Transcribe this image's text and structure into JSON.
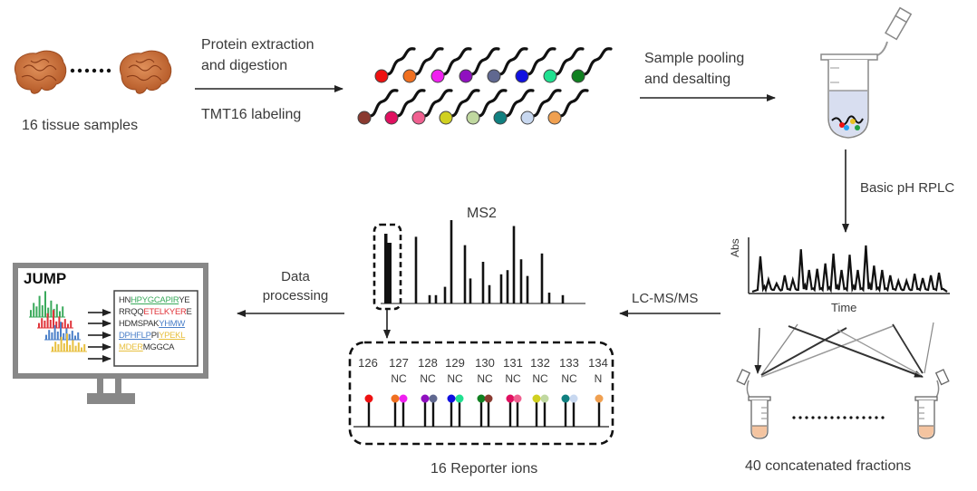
{
  "steps": {
    "tissue": {
      "label": "16 tissue samples",
      "dots": "......"
    },
    "extraction": {
      "label_line1": "Protein extraction",
      "label_line2": "and digestion",
      "label_below": "TMT16 labeling"
    },
    "pooling": {
      "label_line1": "Sample pooling",
      "label_line2": "and desalting"
    },
    "rplc": {
      "label": "Basic pH RPLC"
    },
    "chromatogram": {
      "y_label": "Abs",
      "x_label": "Time"
    },
    "fractions": {
      "label": "40 concatenated fractions"
    },
    "lcms": {
      "label": "LC-MS/MS"
    },
    "ms2": {
      "title": "MS2"
    },
    "reporter": {
      "label": "16 Reporter ions",
      "channels": [
        {
          "mass": "126",
          "sub": ""
        },
        {
          "mass": "127",
          "sub": "NC"
        },
        {
          "mass": "128",
          "sub": "NC"
        },
        {
          "mass": "129",
          "sub": "NC"
        },
        {
          "mass": "130",
          "sub": "NC"
        },
        {
          "mass": "131",
          "sub": "NC"
        },
        {
          "mass": "132",
          "sub": "NC"
        },
        {
          "mass": "133",
          "sub": "NC"
        },
        {
          "mass": "134",
          "sub": "N"
        }
      ]
    },
    "processing": {
      "label_line1": "Data",
      "label_line2": "processing"
    },
    "jump": {
      "title": "JUMP",
      "sequences": [
        [
          {
            "t": "HN",
            "c": "#333333"
          },
          {
            "t": "HPYGCAPIR",
            "c": "#3aaa5c",
            "u": true
          },
          {
            "t": "YE",
            "c": "#333333"
          }
        ],
        [
          {
            "t": "RRQQ",
            "c": "#333333"
          },
          {
            "t": "ETELKYER",
            "c": "#e0343a"
          },
          {
            "t": "E",
            "c": "#333333"
          }
        ],
        [
          {
            "t": "HDMSPAK",
            "c": "#333333"
          },
          {
            "t": "YHMW",
            "c": "#4a7fc8",
            "u": true
          }
        ],
        [
          {
            "t": "DPHFLP",
            "c": "#4a7fc8",
            "u": true
          },
          {
            "t": "PI",
            "c": "#333333"
          },
          {
            "t": "YPEKL",
            "c": "#e8c040",
            "u": true
          }
        ],
        [
          {
            "t": "MDER",
            "c": "#e8c040",
            "u": true
          },
          {
            "t": "MGGCA",
            "c": "#333333"
          }
        ]
      ]
    }
  },
  "tmt_tag_colors": {
    "row1": [
      "#ee1111",
      "#f07020",
      "#f020f0",
      "#9010c0",
      "#606890",
      "#1010e0",
      "#20e090",
      "#108020"
    ],
    "row2": [
      "#8a3a30",
      "#e01060",
      "#f06090",
      "#d0d020",
      "#c0d8a0",
      "#108080",
      "#c8d8f0",
      "#f0a050"
    ]
  },
  "reporter_ion_colors": [
    "#ee1111",
    "#f07020",
    "#f020f0",
    "#9010c0",
    "#606890",
    "#1010e0",
    "#20e090",
    "#108020",
    "#8a3a30",
    "#e01060",
    "#f06090",
    "#d0d020",
    "#c0d8a0",
    "#108080",
    "#c8d8f0",
    "#f0a050"
  ],
  "ms2_peaks": [
    0.8,
    0.1,
    0.1,
    0.2,
    1.0,
    0.7,
    0.3,
    0.5,
    0.22,
    0.35,
    0.4,
    0.93,
    0.53,
    0.33,
    0.6,
    0.13,
    0.1
  ],
  "chromatogram_peaks": [
    0.65,
    0.22,
    0.15,
    0.3,
    0.22,
    0.78,
    0.4,
    0.42,
    0.52,
    0.7,
    0.4,
    0.68,
    0.4,
    0.85,
    0.48,
    0.4,
    0.3,
    0.2,
    0.2,
    0.33,
    0.25,
    0.3,
    0.35
  ]
}
